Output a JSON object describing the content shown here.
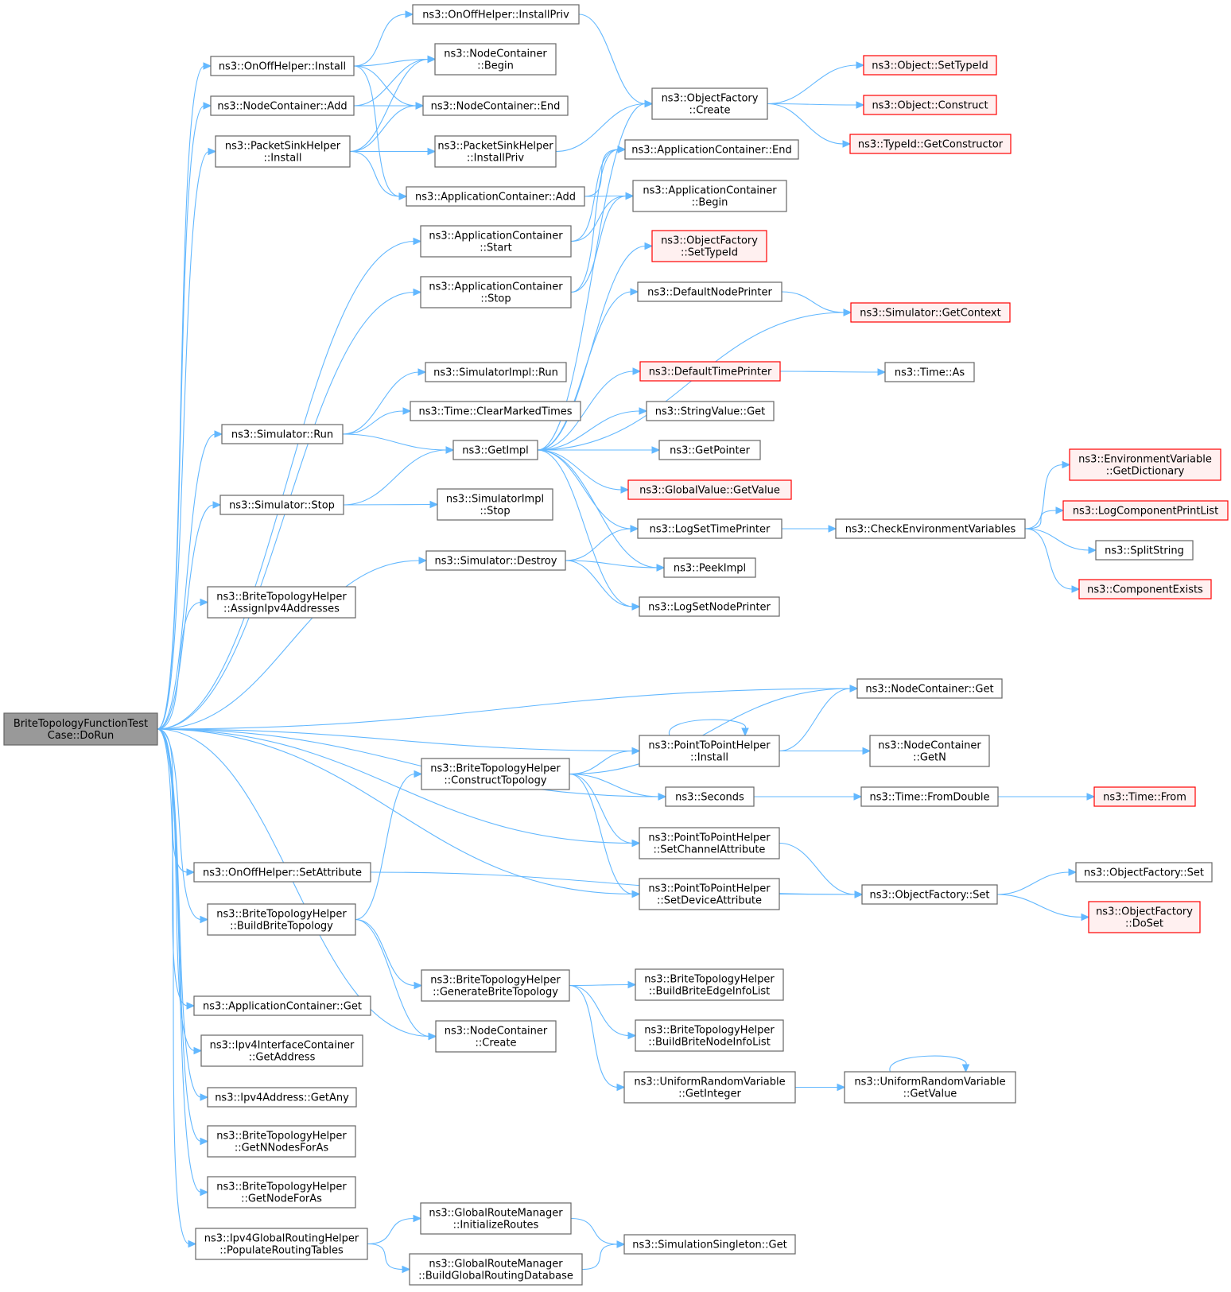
{
  "colors": {
    "node_border": "#666666",
    "node_fill": "#ffffff",
    "root_fill": "#999999",
    "truncated_border": "#ff0000",
    "truncated_fill": "#fff0f0",
    "edge": "#63b8ff"
  },
  "nodes": [
    {
      "id": "root",
      "lines": [
        "BriteTopologyFunctionTest",
        "Case::DoRun"
      ],
      "style": "root"
    },
    {
      "id": "onoff_install",
      "lines": [
        "ns3::OnOffHelper::Install"
      ],
      "style": "normal"
    },
    {
      "id": "nc_add",
      "lines": [
        "ns3::NodeContainer::Add"
      ],
      "style": "normal"
    },
    {
      "id": "psh_install",
      "lines": [
        "ns3::PacketSinkHelper",
        "::Install"
      ],
      "style": "normal"
    },
    {
      "id": "ac_start",
      "lines": [
        "ns3::ApplicationContainer",
        "::Start"
      ],
      "style": "normal"
    },
    {
      "id": "ac_stop",
      "lines": [
        "ns3::ApplicationContainer",
        "::Stop"
      ],
      "style": "normal"
    },
    {
      "id": "sim_run",
      "lines": [
        "ns3::Simulator::Run"
      ],
      "style": "normal"
    },
    {
      "id": "sim_stop",
      "lines": [
        "ns3::Simulator::Stop"
      ],
      "style": "normal"
    },
    {
      "id": "sim_destroy",
      "lines": [
        "ns3::Simulator::Destroy"
      ],
      "style": "normal"
    },
    {
      "id": "bth_assign",
      "lines": [
        "ns3::BriteTopologyHelper",
        "::AssignIpv4Addresses"
      ],
      "style": "normal"
    },
    {
      "id": "onoff_setattr",
      "lines": [
        "ns3::OnOffHelper::SetAttribute"
      ],
      "style": "normal"
    },
    {
      "id": "bth_build",
      "lines": [
        "ns3::BriteTopologyHelper",
        "::BuildBriteTopology"
      ],
      "style": "normal"
    },
    {
      "id": "ac_get",
      "lines": [
        "ns3::ApplicationContainer::Get"
      ],
      "style": "normal"
    },
    {
      "id": "ipv4ic_getaddr",
      "lines": [
        "ns3::Ipv4InterfaceContainer",
        "::GetAddress"
      ],
      "style": "normal"
    },
    {
      "id": "ipv4addr_getany",
      "lines": [
        "ns3::Ipv4Address::GetAny"
      ],
      "style": "normal"
    },
    {
      "id": "bth_getnnodes",
      "lines": [
        "ns3::BriteTopologyHelper",
        "::GetNNodesForAs"
      ],
      "style": "normal"
    },
    {
      "id": "bth_getnode",
      "lines": [
        "ns3::BriteTopologyHelper",
        "::GetNodeForAs"
      ],
      "style": "normal"
    },
    {
      "id": "ipv4grh_populate",
      "lines": [
        "ns3::Ipv4GlobalRoutingHelper",
        "::PopulateRoutingTables"
      ],
      "style": "normal"
    },
    {
      "id": "onoff_installpriv",
      "lines": [
        "ns3::OnOffHelper::InstallPriv"
      ],
      "style": "normal"
    },
    {
      "id": "nc_begin",
      "lines": [
        "ns3::NodeContainer",
        "::Begin"
      ],
      "style": "normal"
    },
    {
      "id": "nc_end",
      "lines": [
        "ns3::NodeContainer::End"
      ],
      "style": "normal"
    },
    {
      "id": "psh_installpriv",
      "lines": [
        "ns3::PacketSinkHelper",
        "::InstallPriv"
      ],
      "style": "normal"
    },
    {
      "id": "ac_add",
      "lines": [
        "ns3::ApplicationContainer::Add"
      ],
      "style": "normal"
    },
    {
      "id": "simimpl_run",
      "lines": [
        "ns3::SimulatorImpl::Run"
      ],
      "style": "normal"
    },
    {
      "id": "time_clear",
      "lines": [
        "ns3::Time::ClearMarkedTimes"
      ],
      "style": "normal"
    },
    {
      "id": "getimpl",
      "lines": [
        "ns3::GetImpl"
      ],
      "style": "normal"
    },
    {
      "id": "simimpl_stop",
      "lines": [
        "ns3::SimulatorImpl",
        "::Stop"
      ],
      "style": "normal"
    },
    {
      "id": "bth_construct",
      "lines": [
        "ns3::BriteTopologyHelper",
        "::ConstructTopology"
      ],
      "style": "normal"
    },
    {
      "id": "bth_generate",
      "lines": [
        "ns3::BriteTopologyHelper",
        "::GenerateBriteTopology"
      ],
      "style": "normal"
    },
    {
      "id": "nc_create",
      "lines": [
        "ns3::NodeContainer",
        "::Create"
      ],
      "style": "normal"
    },
    {
      "id": "grm_init",
      "lines": [
        "ns3::GlobalRouteManager",
        "::InitializeRoutes"
      ],
      "style": "normal"
    },
    {
      "id": "grm_build",
      "lines": [
        "ns3::GlobalRouteManager",
        "::BuildGlobalRoutingDatabase"
      ],
      "style": "normal"
    },
    {
      "id": "of_create",
      "lines": [
        "ns3::ObjectFactory",
        "::Create"
      ],
      "style": "normal"
    },
    {
      "id": "ac_end",
      "lines": [
        "ns3::ApplicationContainer::End"
      ],
      "style": "normal"
    },
    {
      "id": "ac_begin",
      "lines": [
        "ns3::ApplicationContainer",
        "::Begin"
      ],
      "style": "normal"
    },
    {
      "id": "of_settypeid",
      "lines": [
        "ns3::ObjectFactory",
        "::SetTypeId"
      ],
      "style": "truncated"
    },
    {
      "id": "default_node_printer",
      "lines": [
        "ns3::DefaultNodePrinter"
      ],
      "style": "normal"
    },
    {
      "id": "default_time_printer",
      "lines": [
        "ns3::DefaultTimePrinter"
      ],
      "style": "truncated"
    },
    {
      "id": "stringvalue_get",
      "lines": [
        "ns3::StringValue::Get"
      ],
      "style": "normal"
    },
    {
      "id": "getpointer",
      "lines": [
        "ns3::GetPointer"
      ],
      "style": "normal"
    },
    {
      "id": "gv_getvalue",
      "lines": [
        "ns3::GlobalValue::GetValue"
      ],
      "style": "truncated"
    },
    {
      "id": "log_settimeprinter",
      "lines": [
        "ns3::LogSetTimePrinter"
      ],
      "style": "normal"
    },
    {
      "id": "peekimpl",
      "lines": [
        "ns3::PeekImpl"
      ],
      "style": "normal"
    },
    {
      "id": "log_setnodeprinter",
      "lines": [
        "ns3::LogSetNodePrinter"
      ],
      "style": "normal"
    },
    {
      "id": "nc_get",
      "lines": [
        "ns3::NodeContainer::Get"
      ],
      "style": "normal"
    },
    {
      "id": "p2p_install",
      "lines": [
        "ns3::PointToPointHelper",
        "::Install"
      ],
      "style": "normal"
    },
    {
      "id": "seconds",
      "lines": [
        "ns3::Seconds"
      ],
      "style": "normal"
    },
    {
      "id": "p2p_setchannel",
      "lines": [
        "ns3::PointToPointHelper",
        "::SetChannelAttribute"
      ],
      "style": "normal"
    },
    {
      "id": "p2p_setdevice",
      "lines": [
        "ns3::PointToPointHelper",
        "::SetDeviceAttribute"
      ],
      "style": "normal"
    },
    {
      "id": "bth_edgeinfo",
      "lines": [
        "ns3::BriteTopologyHelper",
        "::BuildBriteEdgeInfoList"
      ],
      "style": "normal"
    },
    {
      "id": "bth_nodeinfo",
      "lines": [
        "ns3::BriteTopologyHelper",
        "::BuildBriteNodeInfoList"
      ],
      "style": "normal"
    },
    {
      "id": "urv_getinteger",
      "lines": [
        "ns3::UniformRandomVariable",
        "::GetInteger"
      ],
      "style": "normal"
    },
    {
      "id": "simsingleton_get",
      "lines": [
        "ns3::SimulationSingleton::Get"
      ],
      "style": "normal"
    },
    {
      "id": "obj_settypeid",
      "lines": [
        "ns3::Object::SetTypeId"
      ],
      "style": "truncated"
    },
    {
      "id": "obj_construct",
      "lines": [
        "ns3::Object::Construct"
      ],
      "style": "truncated"
    },
    {
      "id": "typeid_getctor",
      "lines": [
        "ns3::TypeId::GetConstructor"
      ],
      "style": "truncated"
    },
    {
      "id": "sim_getcontext",
      "lines": [
        "ns3::Simulator::GetContext"
      ],
      "style": "truncated"
    },
    {
      "id": "time_as",
      "lines": [
        "ns3::Time::As"
      ],
      "style": "normal"
    },
    {
      "id": "check_env",
      "lines": [
        "ns3::CheckEnvironmentVariables"
      ],
      "style": "normal"
    },
    {
      "id": "nc_getn",
      "lines": [
        "ns3::NodeContainer",
        "::GetN"
      ],
      "style": "normal"
    },
    {
      "id": "time_fromdouble",
      "lines": [
        "ns3::Time::FromDouble"
      ],
      "style": "normal"
    },
    {
      "id": "of_set",
      "lines": [
        "ns3::ObjectFactory::Set"
      ],
      "style": "normal"
    },
    {
      "id": "urv_getvalue",
      "lines": [
        "ns3::UniformRandomVariable",
        "::GetValue"
      ],
      "style": "normal"
    },
    {
      "id": "env_getdict",
      "lines": [
        "ns3::EnvironmentVariable",
        "::GetDictionary"
      ],
      "style": "truncated"
    },
    {
      "id": "log_printlist",
      "lines": [
        "ns3::LogComponentPrintList"
      ],
      "style": "truncated"
    },
    {
      "id": "splitstring",
      "lines": [
        "ns3::SplitString"
      ],
      "style": "normal"
    },
    {
      "id": "component_exists",
      "lines": [
        "ns3::ComponentExists"
      ],
      "style": "truncated"
    },
    {
      "id": "time_from",
      "lines": [
        "ns3::Time::From"
      ],
      "style": "truncated"
    },
    {
      "id": "of_set2",
      "lines": [
        "ns3::ObjectFactory::Set"
      ],
      "style": "normal"
    },
    {
      "id": "of_doset",
      "lines": [
        "ns3::ObjectFactory",
        "::DoSet"
      ],
      "style": "truncated"
    }
  ],
  "edges": [
    [
      "root",
      "onoff_install"
    ],
    [
      "root",
      "nc_add"
    ],
    [
      "root",
      "psh_install"
    ],
    [
      "root",
      "ac_start"
    ],
    [
      "root",
      "ac_stop"
    ],
    [
      "root",
      "sim_run"
    ],
    [
      "root",
      "sim_stop"
    ],
    [
      "root",
      "sim_destroy"
    ],
    [
      "root",
      "bth_assign"
    ],
    [
      "root",
      "nc_get"
    ],
    [
      "root",
      "p2p_install"
    ],
    [
      "root",
      "seconds"
    ],
    [
      "root",
      "p2p_setchannel"
    ],
    [
      "root",
      "p2p_setdevice"
    ],
    [
      "root",
      "onoff_setattr"
    ],
    [
      "root",
      "bth_build"
    ],
    [
      "root",
      "nc_create"
    ],
    [
      "root",
      "ac_get"
    ],
    [
      "root",
      "ipv4ic_getaddr"
    ],
    [
      "root",
      "ipv4addr_getany"
    ],
    [
      "root",
      "bth_getnnodes"
    ],
    [
      "root",
      "bth_getnode"
    ],
    [
      "root",
      "ipv4grh_populate"
    ],
    [
      "onoff_install",
      "onoff_installpriv"
    ],
    [
      "onoff_install",
      "nc_begin"
    ],
    [
      "onoff_install",
      "nc_end"
    ],
    [
      "onoff_install",
      "ac_add"
    ],
    [
      "nc_add",
      "nc_begin"
    ],
    [
      "nc_add",
      "nc_end"
    ],
    [
      "psh_install",
      "nc_begin"
    ],
    [
      "psh_install",
      "nc_end"
    ],
    [
      "psh_install",
      "psh_installpriv"
    ],
    [
      "psh_install",
      "ac_add"
    ],
    [
      "onoff_installpriv",
      "of_create"
    ],
    [
      "psh_installpriv",
      "of_create"
    ],
    [
      "ac_add",
      "ac_begin"
    ],
    [
      "ac_add",
      "ac_end"
    ],
    [
      "ac_start",
      "ac_begin"
    ],
    [
      "ac_start",
      "ac_end"
    ],
    [
      "ac_stop",
      "ac_begin"
    ],
    [
      "ac_stop",
      "ac_end"
    ],
    [
      "sim_run",
      "simimpl_run"
    ],
    [
      "sim_run",
      "time_clear"
    ],
    [
      "sim_run",
      "getimpl"
    ],
    [
      "sim_stop",
      "getimpl"
    ],
    [
      "sim_stop",
      "simimpl_stop"
    ],
    [
      "sim_destroy",
      "log_settimeprinter"
    ],
    [
      "sim_destroy",
      "peekimpl"
    ],
    [
      "sim_destroy",
      "log_setnodeprinter"
    ],
    [
      "getimpl",
      "of_create"
    ],
    [
      "getimpl",
      "of_settypeid"
    ],
    [
      "getimpl",
      "default_node_printer"
    ],
    [
      "getimpl",
      "sim_getcontext"
    ],
    [
      "getimpl",
      "default_time_printer"
    ],
    [
      "getimpl",
      "stringvalue_get"
    ],
    [
      "getimpl",
      "getpointer"
    ],
    [
      "getimpl",
      "gv_getvalue"
    ],
    [
      "getimpl",
      "log_settimeprinter"
    ],
    [
      "getimpl",
      "peekimpl"
    ],
    [
      "getimpl",
      "log_setnodeprinter"
    ],
    [
      "of_create",
      "obj_settypeid"
    ],
    [
      "of_create",
      "obj_construct"
    ],
    [
      "of_create",
      "typeid_getctor"
    ],
    [
      "default_node_printer",
      "sim_getcontext"
    ],
    [
      "default_time_printer",
      "time_as"
    ],
    [
      "log_settimeprinter",
      "check_env"
    ],
    [
      "check_env",
      "env_getdict"
    ],
    [
      "check_env",
      "log_printlist"
    ],
    [
      "check_env",
      "splitstring"
    ],
    [
      "check_env",
      "component_exists"
    ],
    [
      "bth_construct",
      "nc_get"
    ],
    [
      "bth_construct",
      "p2p_install"
    ],
    [
      "bth_construct",
      "seconds"
    ],
    [
      "bth_construct",
      "p2p_setchannel"
    ],
    [
      "bth_construct",
      "p2p_setdevice"
    ],
    [
      "p2p_install",
      "p2p_install"
    ],
    [
      "p2p_install",
      "nc_get"
    ],
    [
      "p2p_install",
      "nc_getn"
    ],
    [
      "seconds",
      "time_fromdouble"
    ],
    [
      "time_fromdouble",
      "time_from"
    ],
    [
      "p2p_setchannel",
      "of_set"
    ],
    [
      "p2p_setdevice",
      "of_set"
    ],
    [
      "onoff_setattr",
      "of_set"
    ],
    [
      "of_set",
      "of_set2"
    ],
    [
      "of_set",
      "of_doset"
    ],
    [
      "bth_build",
      "bth_construct"
    ],
    [
      "bth_build",
      "bth_generate"
    ],
    [
      "bth_build",
      "nc_create"
    ],
    [
      "bth_generate",
      "bth_edgeinfo"
    ],
    [
      "bth_generate",
      "bth_nodeinfo"
    ],
    [
      "bth_generate",
      "urv_getinteger"
    ],
    [
      "urv_getinteger",
      "urv_getvalue"
    ],
    [
      "urv_getvalue",
      "urv_getvalue"
    ],
    [
      "ipv4grh_populate",
      "grm_init"
    ],
    [
      "ipv4grh_populate",
      "grm_build"
    ],
    [
      "grm_init",
      "simsingleton_get"
    ],
    [
      "grm_build",
      "simsingleton_get"
    ]
  ]
}
